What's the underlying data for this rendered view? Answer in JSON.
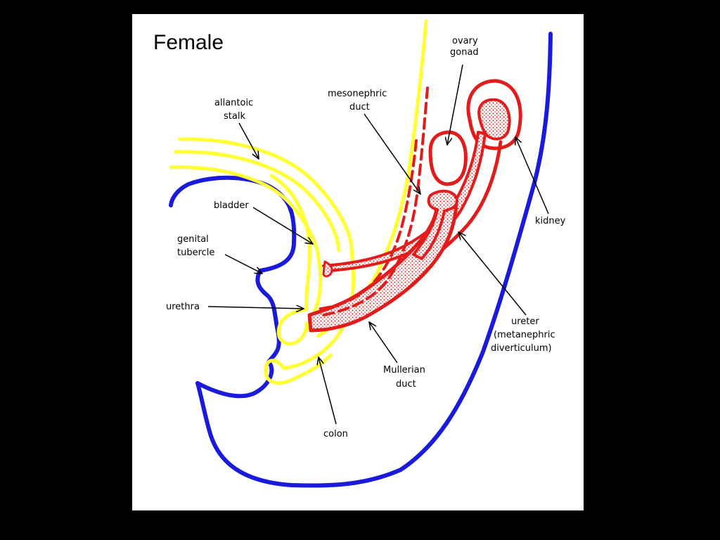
{
  "title": "Female",
  "colors": {
    "background": "#000000",
    "panel": "#ffffff",
    "blue": "#1a1adc",
    "yellow": "#ffff33",
    "red": "#e21b1b",
    "stipple": "#f2c6c6",
    "arrow": "#000000"
  },
  "labels": {
    "ovary": [
      "ovary",
      "gonad"
    ],
    "mesonephric": [
      "mesonephric",
      "duct"
    ],
    "allantoic": [
      "allantoic",
      "stalk"
    ],
    "bladder": "bladder",
    "genital": [
      "genital",
      "tubercle"
    ],
    "urethra": "urethra",
    "kidney": "kidney",
    "ureter": [
      "ureter",
      "(metanephric",
      "diverticulum)"
    ],
    "mullerian": [
      "Mullerian",
      "duct"
    ],
    "colon": "colon"
  }
}
